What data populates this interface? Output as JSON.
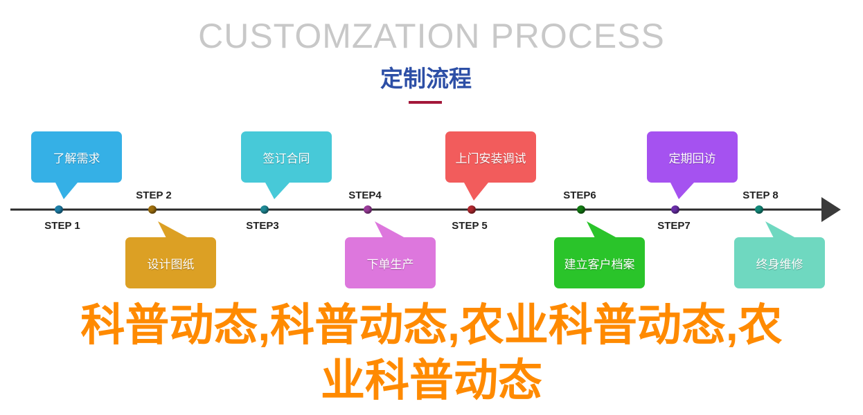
{
  "header": {
    "title_en": "CUSTOMZATION PROCESS",
    "title_cn": "定制流程"
  },
  "colors": {
    "accent_line": "#a3173a",
    "title_blue": "#2d4fa6",
    "overlay": "#ff8a00"
  },
  "steps": [
    {
      "label": "STEP 1",
      "text": "了解需求",
      "color": "#35b0e6",
      "dot": "#1d7fa8"
    },
    {
      "label": "STEP 2",
      "text": "设计图纸",
      "color": "#dca024",
      "dot": "#a0700e"
    },
    {
      "label": "STEP3",
      "text": "签订合同",
      "color": "#47c9d8",
      "dot": "#1e8a96"
    },
    {
      "label": "STEP4",
      "text": "下单生产",
      "color": "#dd77dd",
      "dot": "#9a3c9a"
    },
    {
      "label": "STEP 5",
      "text": "上门安装调试",
      "color": "#f25c5c",
      "dot": "#b0282f"
    },
    {
      "label": "STEP6",
      "text": "建立客户档案",
      "color": "#2ac42a",
      "dot": "#137a13"
    },
    {
      "label": "STEP7",
      "text": "定期回访",
      "color": "#a552f0",
      "dot": "#6a2ea8"
    },
    {
      "label": "STEP 8",
      "text": "终身维修",
      "color": "#6fd8c0",
      "dot": "#138a7a"
    }
  ],
  "overlay": {
    "line1": "科普动态,科普动态,农业科普动态,农",
    "line2": "业科普动态"
  }
}
